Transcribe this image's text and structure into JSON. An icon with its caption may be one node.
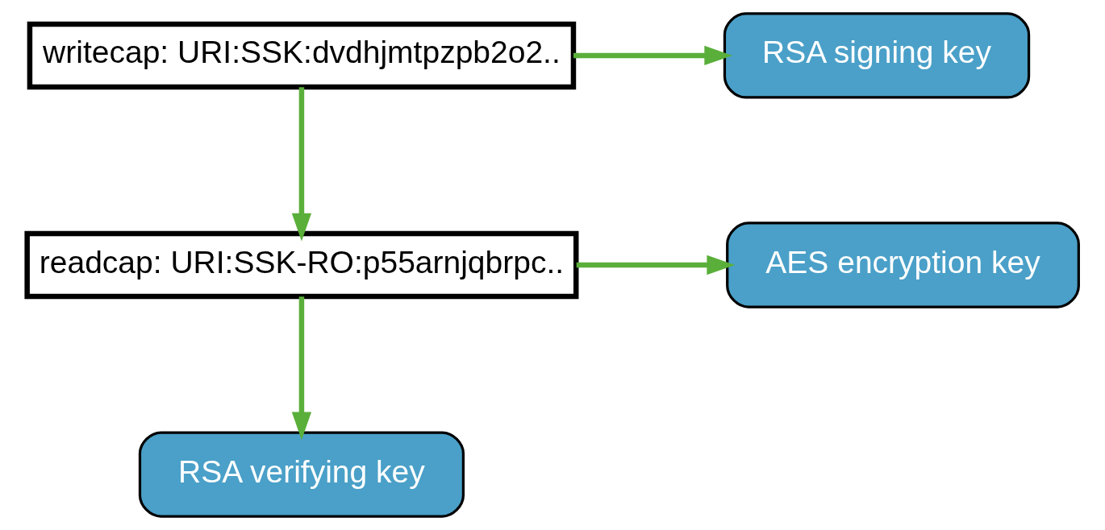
{
  "diagram": {
    "nodes": [
      {
        "text": [
          "writecap: URI:SSK:dvdhjmtpzpb2o2.."
        ]
      },
      {
        "text": [
          "RSA signing key"
        ]
      },
      {
        "text": [
          "readcap: URI:SSK-RO:p55arnjqbrpc.."
        ]
      },
      {
        "text": [
          "AES encryption key"
        ]
      },
      {
        "text": [
          "RSA verifying key"
        ]
      }
    ],
    "edges": [
      {
        "from": 0,
        "to": 1,
        "arrow": "to"
      },
      {
        "from": 0,
        "to": 2,
        "arrow": "to"
      },
      {
        "from": 2,
        "to": 3,
        "arrow": "to"
      },
      {
        "from": 2,
        "to": 4,
        "arrow": "to"
      }
    ]
  }
}
